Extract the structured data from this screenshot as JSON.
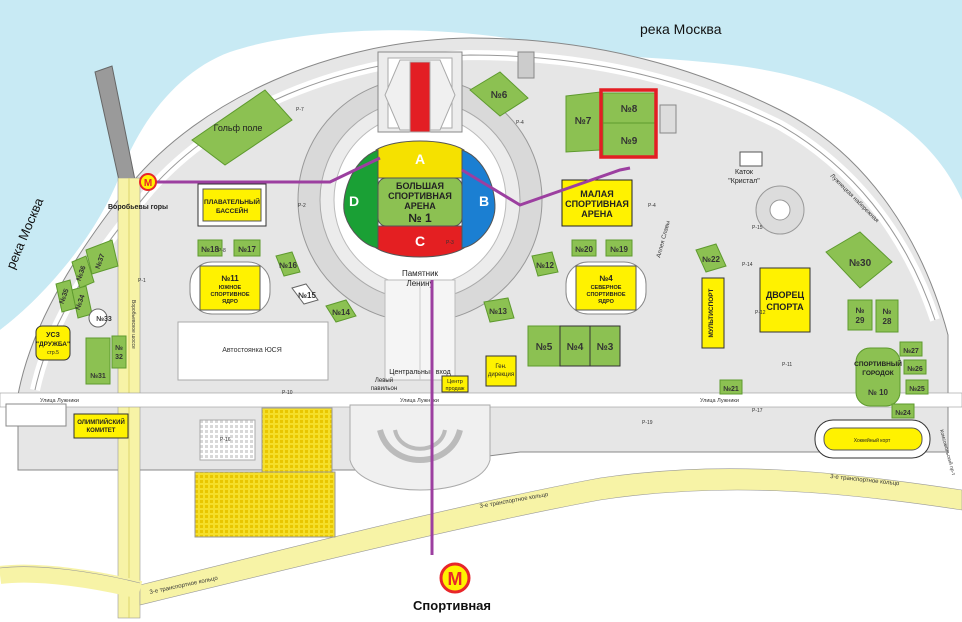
{
  "colors": {
    "river": "#c8eaf4",
    "park": "#e6e6e6",
    "road": "#ffffff",
    "green": "#8cc152",
    "green_dark": "#5e9a2e",
    "yellow": "#fff200",
    "metro_line": "#9c3fa0",
    "metro_red": "#e8262a",
    "highlight": "#e31e24",
    "highway": "#f7f3a6",
    "sector_a": "#f5e100",
    "sector_b": "#1b7fd2",
    "sector_c": "#e41f22",
    "sector_d": "#1aa035"
  },
  "labels": {
    "river_top": "река Москва",
    "river_left": "река Москва",
    "metro_vorobyovy": "Воробьевы горы",
    "metro_sportivnaya": "Спортивная",
    "golf": "Гольф поле",
    "big_arena": [
      "БОЛЬШАЯ",
      "СПОРТИВНАЯ",
      "АРЕНА",
      "№ 1"
    ],
    "sector_a": "A",
    "sector_b": "B",
    "sector_c": "C",
    "sector_d": "D",
    "small_arena": [
      "МАЛАЯ",
      "СПОРТИВНАЯ",
      "АРЕНА"
    ],
    "pool": [
      "ПЛАВАТЕЛЬНЫЙ",
      "БАССЕЙН"
    ],
    "south_core": [
      "№11",
      "ЮЖНОЕ",
      "СПОРТИВНОЕ",
      "ЯДРО"
    ],
    "north_core": [
      "№4",
      "СЕВЕРНОЕ",
      "СПОРТИВНОЕ",
      "ЯДРО"
    ],
    "lenin": [
      "Памятник",
      "Ленину"
    ],
    "parking": "Автостоянка ЮСЯ",
    "usz": [
      "УСЗ",
      "\"ДРУЖБА\"",
      "стр.5"
    ],
    "olymp": [
      "ОЛИМПИЙСКИЙ",
      "КОМИТЕТ"
    ],
    "multisport": "МУЛЬТИСПОРТ",
    "palace": [
      "ДВОРЕЦ",
      "СПОРТА"
    ],
    "sport_town": [
      "СПОРТИВНЫЙ",
      "ГОРОДОК"
    ],
    "rink": [
      "Каток",
      "\"Кристал\""
    ],
    "central_entrance": "Центральный вход",
    "left_pavilion": [
      "Левый",
      "павильон"
    ],
    "ticket_center": [
      "Центр",
      "продаж"
    ],
    "gen_dir": [
      "Ген.",
      "дирекция"
    ],
    "luzhnetskaya_emb": "Лужнецкая набережная",
    "alley_slavy": "Аллея Славы",
    "street_luzhniki_1": "Улица Лужники",
    "street_luzhniki_2": "Улица Лужники",
    "street_luzhniki_3": "Улица Лужники",
    "ring_1": "3-е транспортное кольцо",
    "ring_2": "3-е транспортное кольцо",
    "ring_3": "3-е транспортное кольцо",
    "vernadsky": "Воробьевское шоссе",
    "hockey": "Хоккейный корт",
    "komsomolsky": "Комсомольский пр-т"
  },
  "buildings": {
    "n6": "№6",
    "n7": "№7",
    "n8": "№8",
    "n9": "№9",
    "n12": "№12",
    "n13": "№13",
    "n14": "№14",
    "n15": "№15",
    "n16": "№16",
    "n17": "№17",
    "n18": "№18",
    "n19": "№19",
    "n20": "№20",
    "n21": "№21",
    "n22": "№22",
    "n24": "№24",
    "n25": "№25",
    "n26": "№26",
    "n27": "№27",
    "n28": [
      "№",
      "28"
    ],
    "n29": [
      "№",
      "29"
    ],
    "n10": "№ 10",
    "n30": "№30",
    "n31": "№31",
    "n32": [
      "№",
      "32"
    ],
    "n33": "№33",
    "n34": "№34",
    "n35": "№35",
    "n36": "№36",
    "n37": "№37",
    "n3": "№3",
    "n4": "№4",
    "n5": "№5"
  },
  "roads": {
    "p1": "Р-1",
    "p2": "Р-2",
    "p3": "Р-3",
    "p4": "Р-4",
    "p4b": "Р-4",
    "p7": "Р-7",
    "p8": "Р-8",
    "p10": "Р-10",
    "p11": "Р-11",
    "p12": "Р-12",
    "p14": "Р-14",
    "p15": "Р-15",
    "p16": "Р-16",
    "p17": "Р-17",
    "p19": "Р-19"
  }
}
